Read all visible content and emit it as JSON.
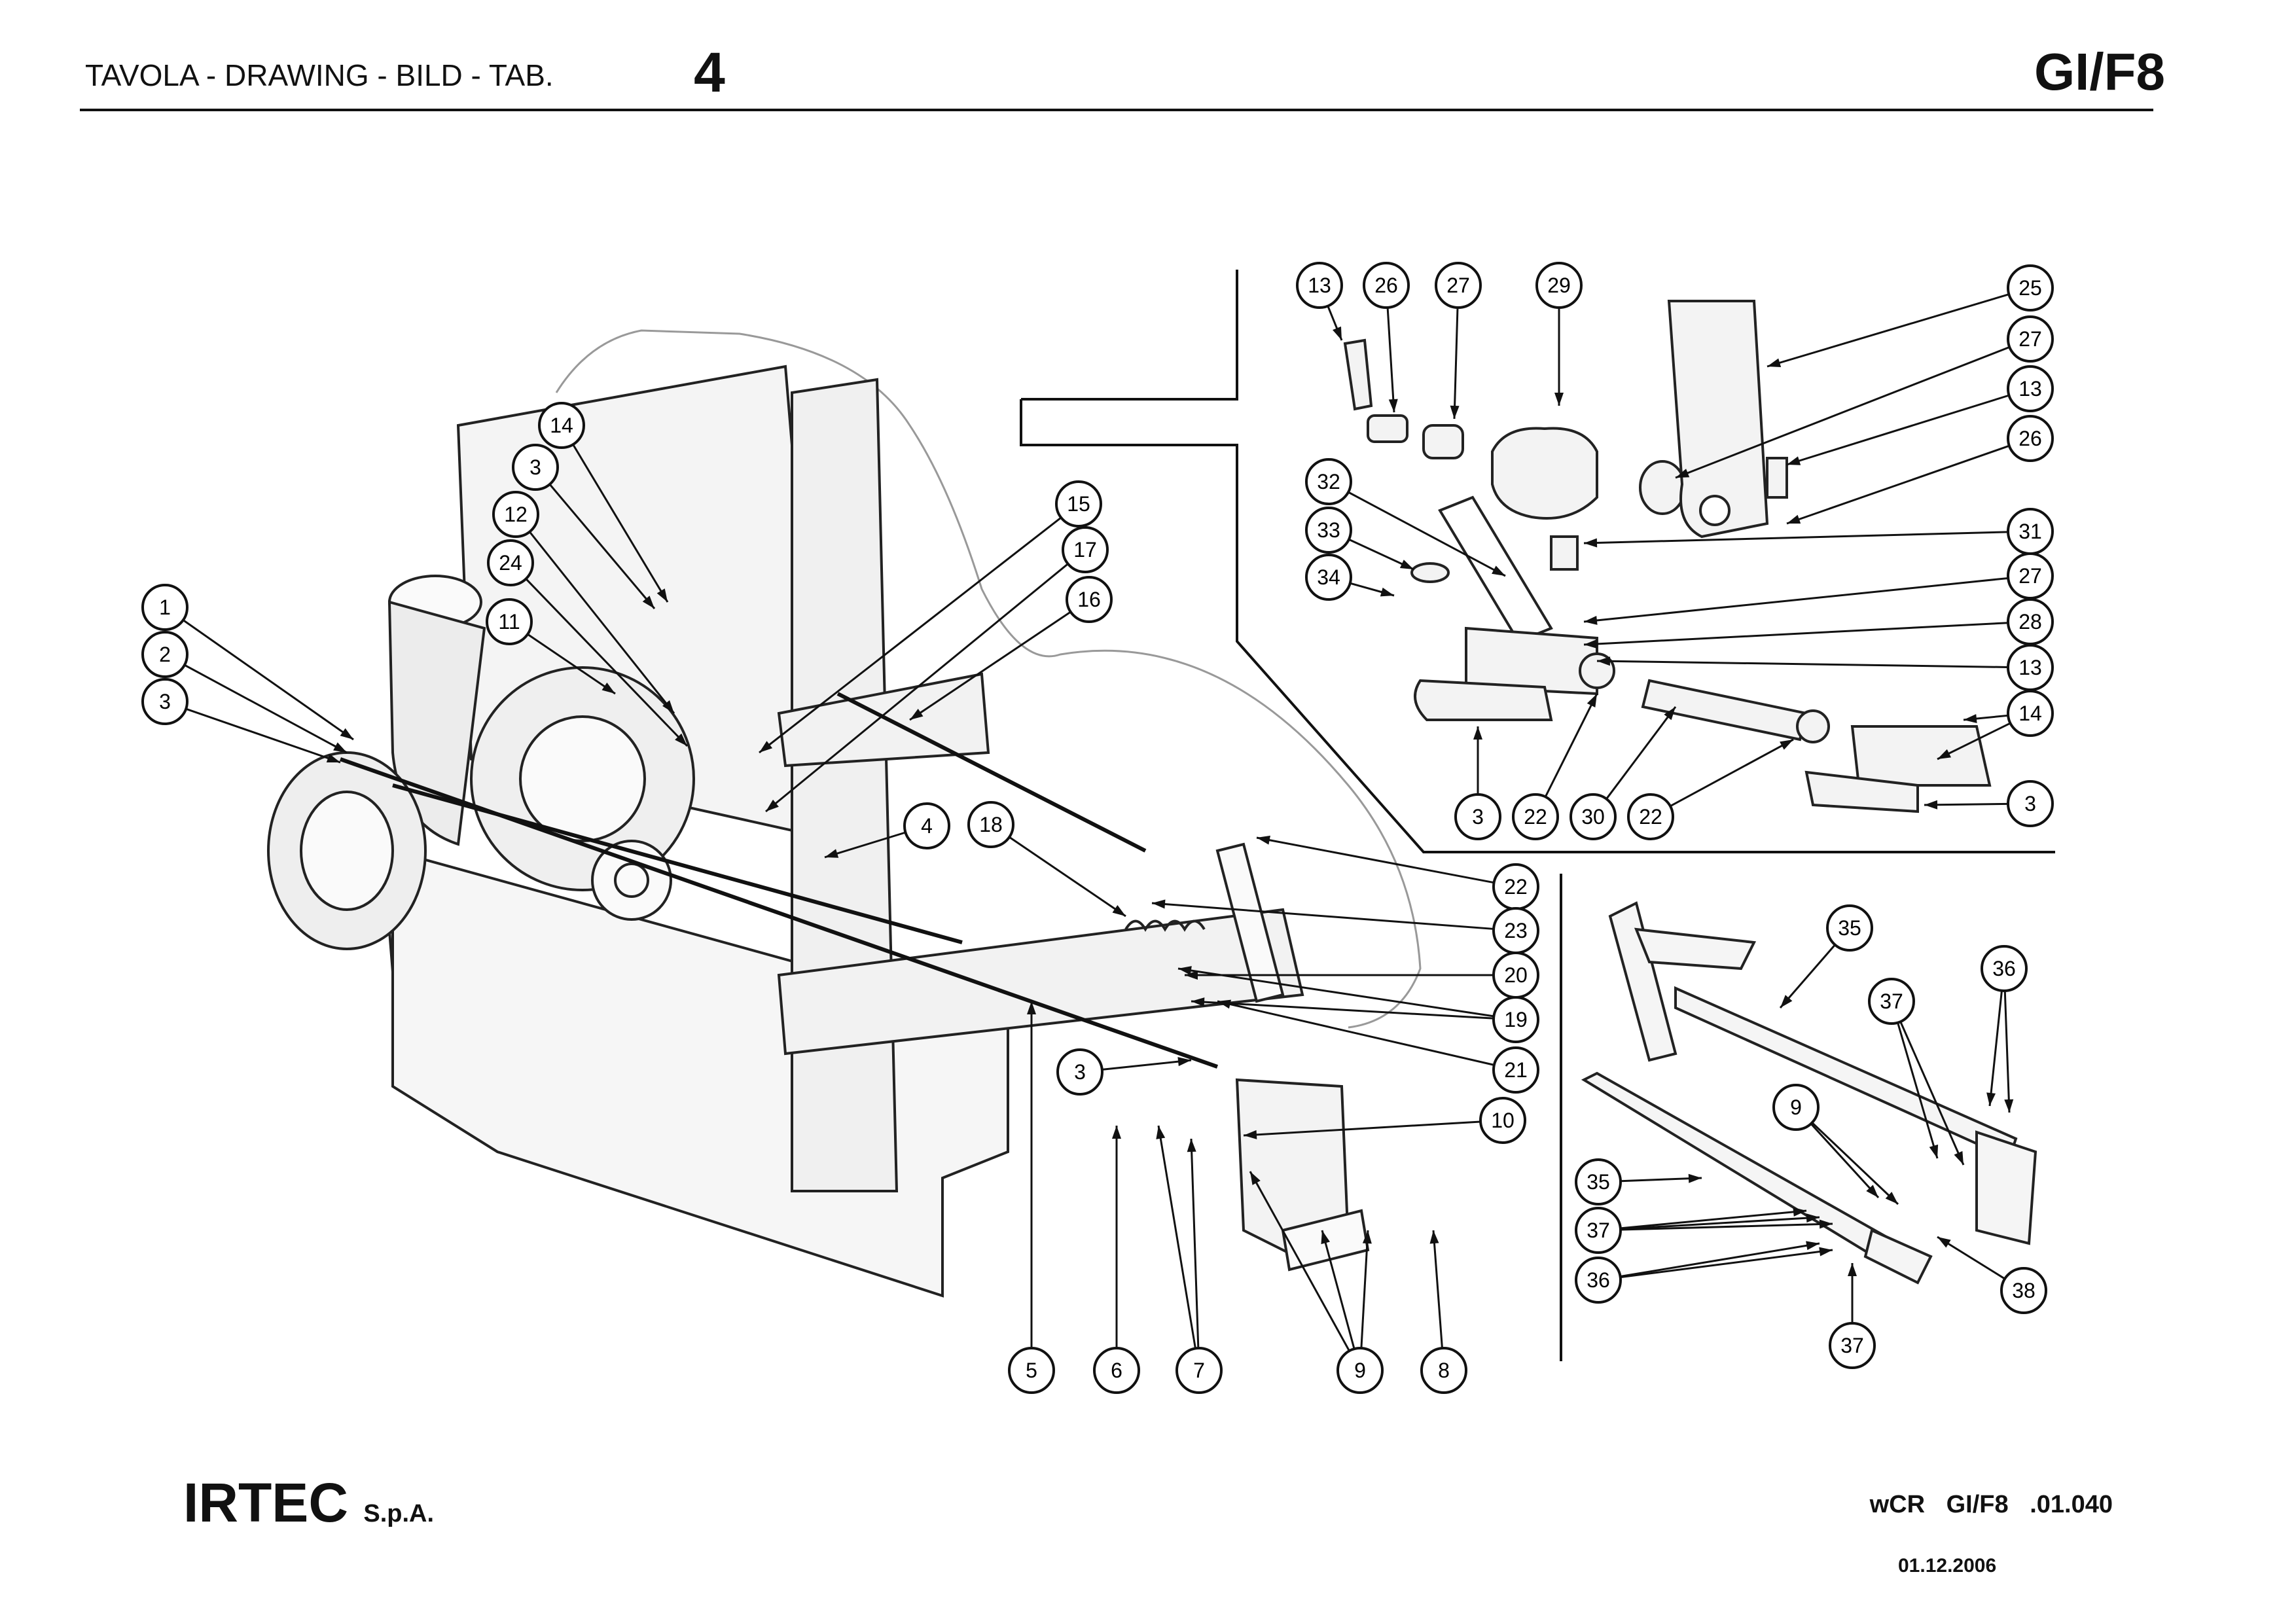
{
  "header": {
    "label": "TAVOLA - DRAWING - BILD - TAB.",
    "table_number": "4",
    "model_code": "GI/F8"
  },
  "footer": {
    "company": "IRTEC",
    "company_suffix": "S.p.A.",
    "document_ref": "wCR GI/F8 .01.040",
    "date": "01.12.2006"
  },
  "callouts": {
    "main": [
      "1",
      "2",
      "3",
      "14",
      "3",
      "12",
      "24",
      "11",
      "15",
      "17",
      "16",
      "4",
      "18",
      "22",
      "23",
      "20",
      "19",
      "21",
      "3",
      "10",
      "5",
      "6",
      "7",
      "9",
      "8"
    ],
    "detail_valve": [
      "13",
      "26",
      "27",
      "29",
      "25",
      "27",
      "13",
      "26",
      "31",
      "32",
      "33",
      "34",
      "27",
      "28",
      "13",
      "14",
      "3",
      "22",
      "30",
      "22",
      "3"
    ],
    "detail_frame": [
      "35",
      "36",
      "37",
      "9",
      "35",
      "37",
      "36",
      "37",
      "38"
    ]
  }
}
